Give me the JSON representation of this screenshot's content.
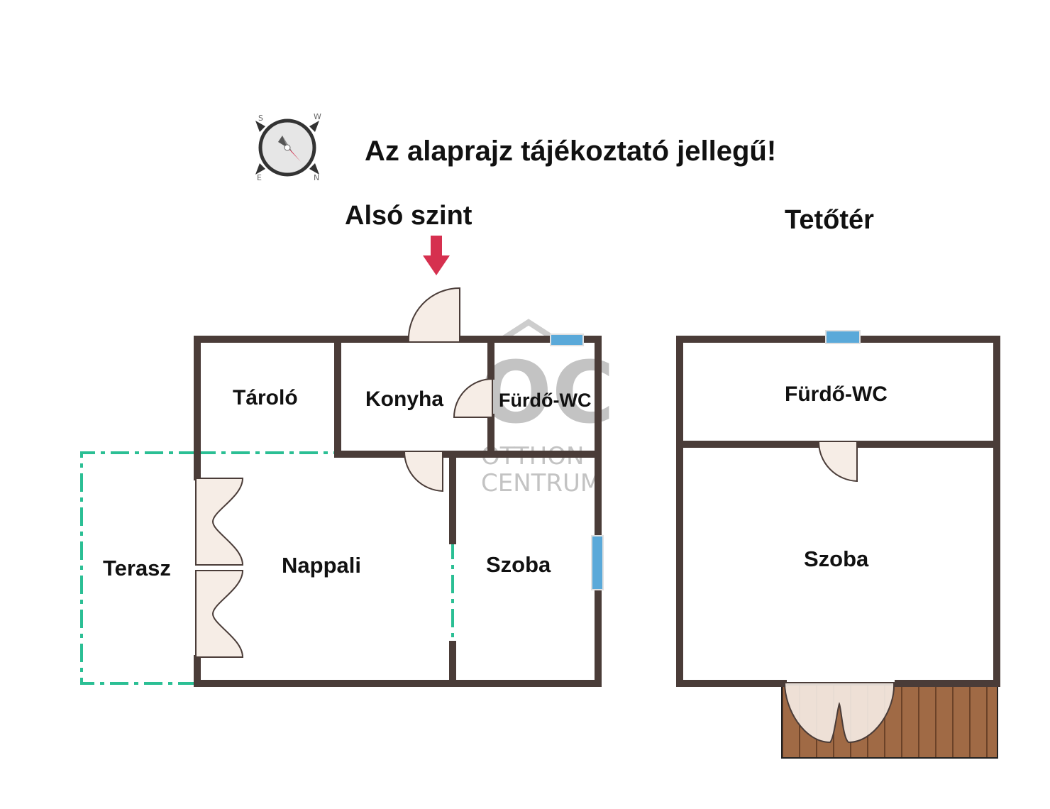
{
  "notice": "Az alaprajz tájékoztató jellegű!",
  "compass": {
    "letters": [
      "S",
      "W",
      "E",
      "N"
    ]
  },
  "lower_floor": {
    "title": "Alsó szint",
    "rooms": {
      "taroló": "Tároló",
      "konyha": "Konyha",
      "furdo": "Fürdő-WC",
      "nappali": "Nappali",
      "szoba": "Szoba",
      "terasz": "Terasz"
    }
  },
  "attic": {
    "title": "Tetőtér",
    "rooms": {
      "furdo": "Fürdő-WC",
      "szoba": "Szoba"
    }
  },
  "watermark": {
    "line1": "OTTHON",
    "line2": "CENTRUM"
  },
  "colors": {
    "wall": "#4a3c38",
    "window": "#5aa9d9",
    "door": "#f6ede6",
    "terrace_line": "#2bbf94",
    "entrance_arrow": "#d6304f",
    "balcony": "#a06a45"
  }
}
